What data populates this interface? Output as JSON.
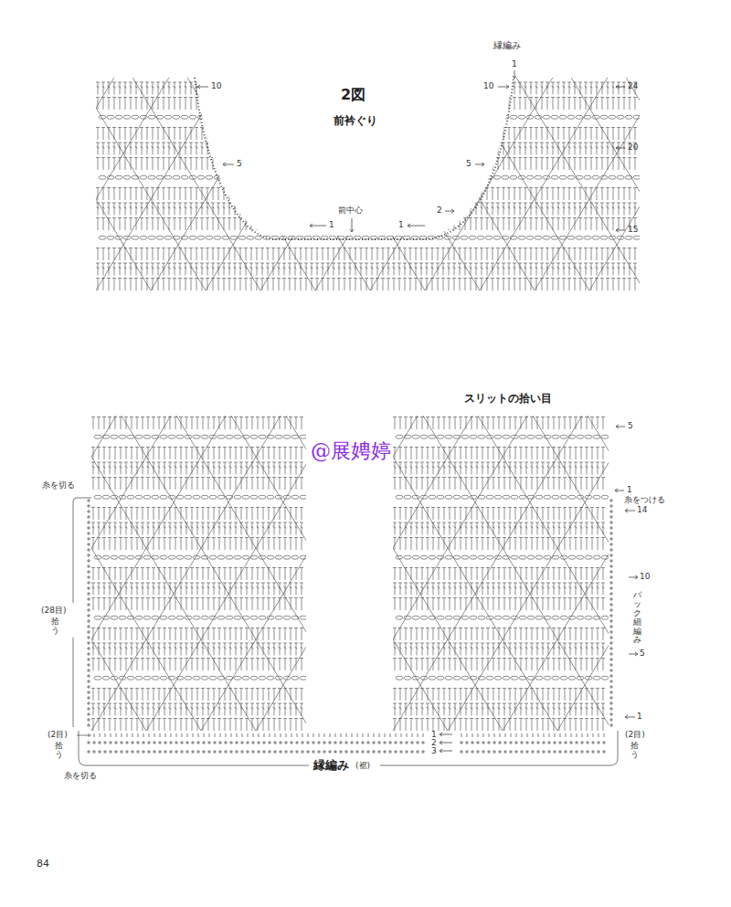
{
  "diagram": {
    "title": "2図",
    "labels": [
      "前衿ぐり",
      "縁編み",
      "1",
      "10",
      "10",
      "24",
      "20",
      "5",
      "5",
      "前中心",
      "2",
      "1",
      "1",
      "15",
      "スリットの拾い目",
      "@展娉婷",
      "5",
      "1",
      "糸をつける",
      "14",
      "糸を切る",
      "10",
      "バック細編み",
      "5",
      "(28目)",
      "拾う",
      "1",
      "1",
      "2",
      "3",
      "(2目)",
      "拾う",
      "(2目)",
      "拾う",
      "糸を切る",
      "縁編み",
      "(裾)",
      "84"
    ]
  }
}
